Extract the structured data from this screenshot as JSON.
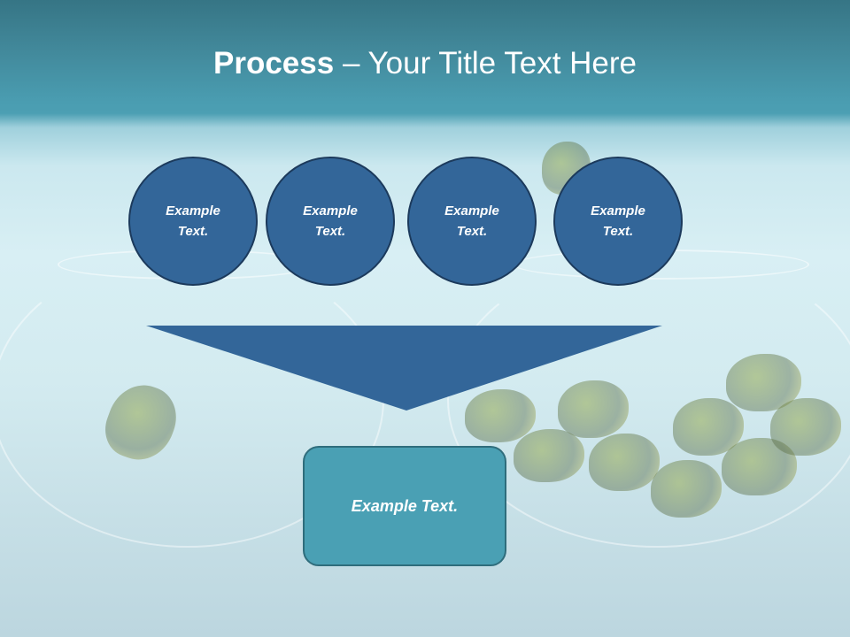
{
  "slide": {
    "title_bold": "Process",
    "title_rest": " – Your Title Text Here",
    "circles": [
      {
        "label": "Example Text."
      },
      {
        "label": "Example Text."
      },
      {
        "label": "Example Text."
      },
      {
        "label": "Example Text."
      }
    ],
    "result_box": {
      "label": "Example Text."
    }
  },
  "colors": {
    "header_top": "#367585",
    "header_bottom": "#4a9db1",
    "circle_fill": "#336699",
    "circle_border": "#1c3a5c",
    "funnel_fill": "#336699",
    "box_fill": "#4aa0b4",
    "box_border": "#2f6d7c"
  }
}
